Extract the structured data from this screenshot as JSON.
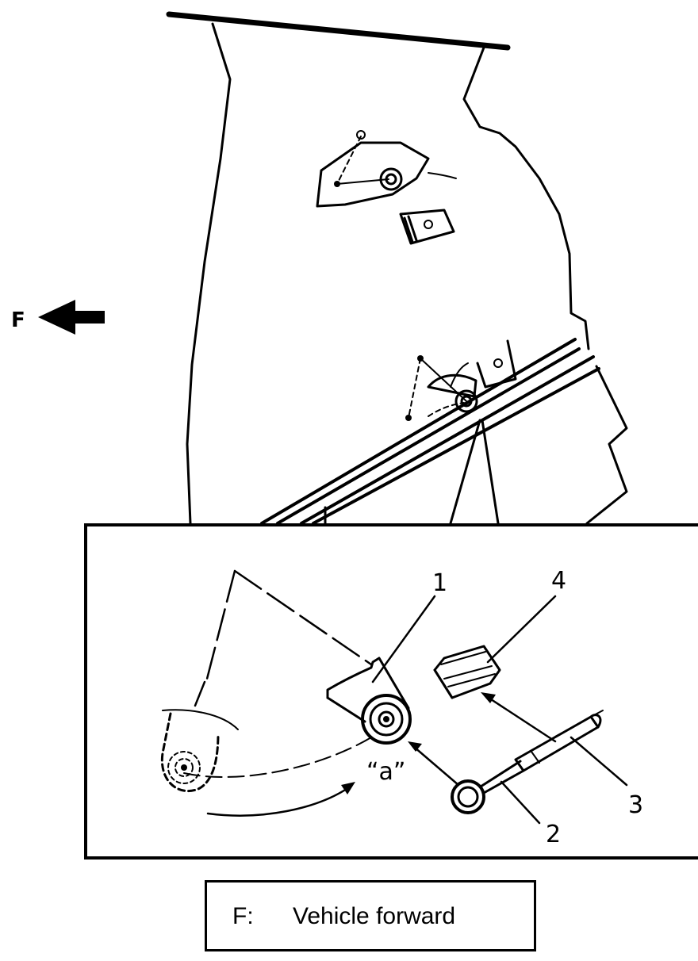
{
  "direction_marker": {
    "letter": "F",
    "icon": "left-arrow-icon"
  },
  "callouts": {
    "part_1": "1",
    "part_2": "2",
    "part_3": "3",
    "part_4": "4",
    "point_a": "“a”"
  },
  "legend": {
    "key": "F:",
    "description": "Vehicle forward"
  }
}
